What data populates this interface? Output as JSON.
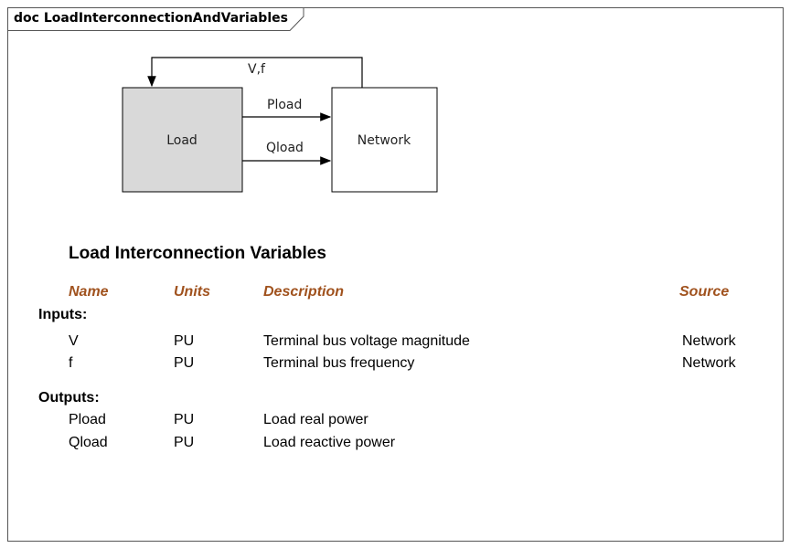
{
  "frame": {
    "title": "doc LoadInterconnectionAndVariables"
  },
  "diagram": {
    "nodes": [
      {
        "id": "load",
        "label": "Load",
        "fill": "#d9d9d9"
      },
      {
        "id": "network",
        "label": "Network",
        "fill": "#ffffff"
      }
    ],
    "edges": [
      {
        "from": "network",
        "to": "load",
        "label": "V,f"
      },
      {
        "from": "load",
        "to": "network",
        "label": "Pload"
      },
      {
        "from": "load",
        "to": "network",
        "label": "Qload"
      }
    ]
  },
  "variables": {
    "title": "Load Interconnection Variables",
    "columns": {
      "name": "Name",
      "units": "Units",
      "description": "Description",
      "source": "Source"
    },
    "header_color": "#a0521e",
    "inputs_label": "Inputs:",
    "inputs": [
      {
        "name": "V",
        "units": "PU",
        "description": "Terminal bus voltage magnitude",
        "source": "Network"
      },
      {
        "name": "f",
        "units": "PU",
        "description": "Terminal bus frequency",
        "source": "Network"
      }
    ],
    "outputs_label": "Outputs:",
    "outputs": [
      {
        "name": "Pload",
        "units": "PU",
        "description": "Load real power",
        "source": ""
      },
      {
        "name": "Qload",
        "units": "PU",
        "description": "Load reactive power",
        "source": ""
      }
    ]
  }
}
